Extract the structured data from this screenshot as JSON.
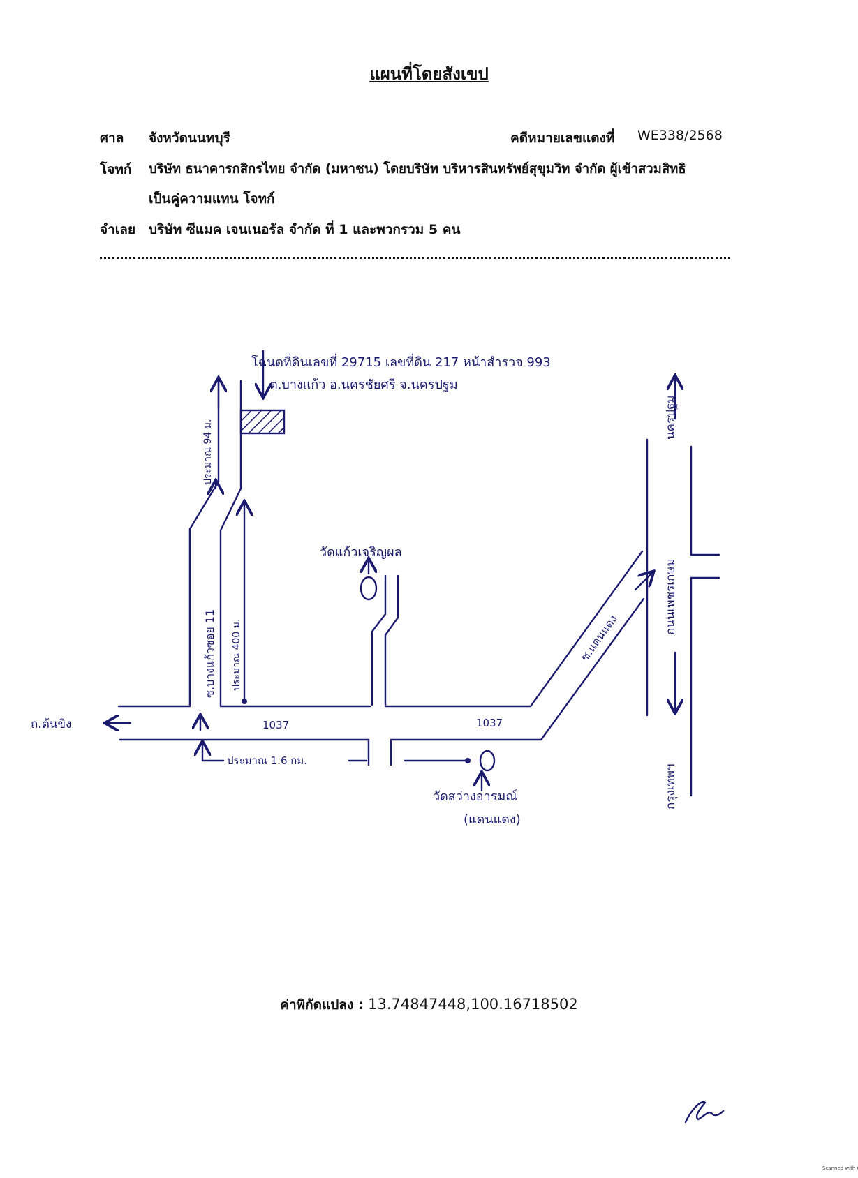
{
  "document": {
    "title": "แผนที่โดยสังเขป",
    "court_label": "ศาล",
    "court_value": "จังหวัดนนทบุรี",
    "case_label": "คดีหมายเลขแดงที่",
    "case_value": "WE338/2568",
    "plaintiff_label": "โจทก์",
    "plaintiff_line1": "บริษัท ธนาคารกสิกรไทย จำกัด (มหาชน) โดยบริษัท บริหารสินทรัพย์สุขุมวิท จำกัด ผู้เข้าสวมสิทธิ",
    "plaintiff_line2": "เป็นคู่ความแทน โจทก์",
    "defendant_label": "จำเลย",
    "defendant_value": "บริษัท ซีแมค เจนเนอรัล จำกัด ที่ 1 และพวกรวม 5 คน",
    "coord_label": "ค่าพิกัดแปลง :",
    "coord_value": "13.74847448,100.16718502"
  },
  "map": {
    "parcel_line1": "โฉนดที่ดินเลขที่ 29715 เลขที่ดิน 217 หน้าสำรวจ 993",
    "parcel_line2": "ต.บางแก้ว อ.นครชัยศรี จ.นครปฐม",
    "soi_dist_top": "ประมาณ 94 ม.",
    "soi_name": "ซ.บางแก้วซอย 11",
    "soi_dist_400": "ประมาณ 400 ม.",
    "temple_kaew": "วัดแก้วเจริญผล",
    "road_1037_left": "1037",
    "road_1037_right": "1037",
    "road_left_dest": "ถ.ต้นขิง",
    "dist_1_6": "ประมาณ 1.6 กม.",
    "soi_tan_dang": "ซ.แดนแดง",
    "road_phetkasem": "ถนนเพชรเกษม",
    "dest_nakhonpathom": "นครปฐม",
    "dest_bangkok": "กรุงเทพฯ",
    "temple_sawang": "วัดสว่างอารมณ์",
    "temple_sawang_sub": "(แดนแดง)"
  },
  "footer": {
    "scanner_mark": "Scanned with CamScanner"
  }
}
